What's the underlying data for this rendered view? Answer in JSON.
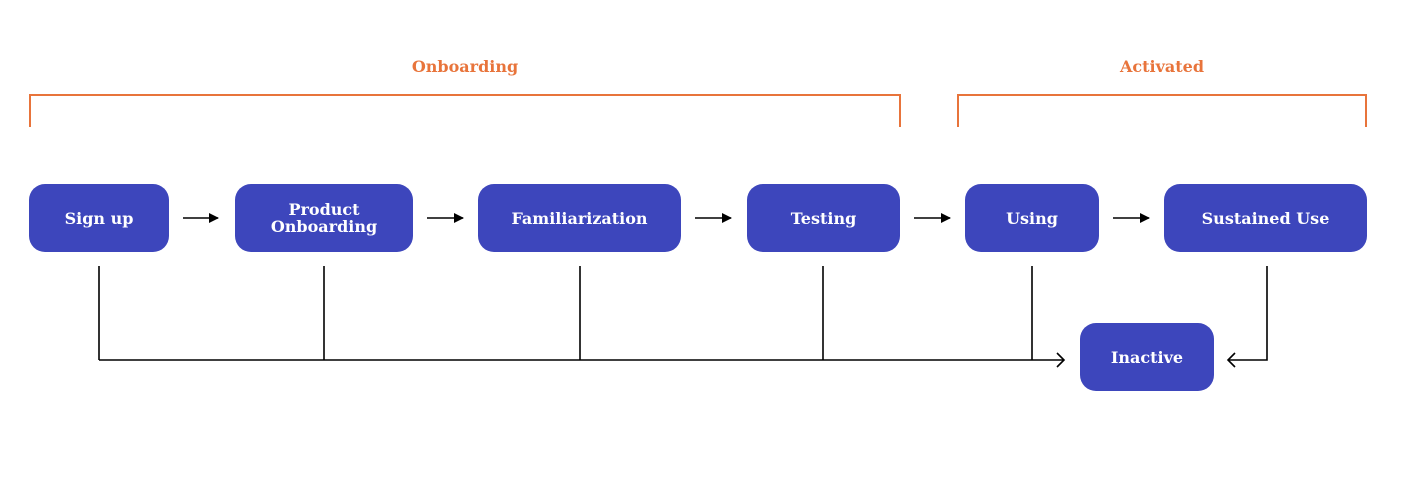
{
  "groups": {
    "onboarding": {
      "label": "Onboarding"
    },
    "activated": {
      "label": "Activated"
    }
  },
  "nodes": {
    "sign_up": "Sign up",
    "product_onboarding": "Product\nOnboarding",
    "familiarization": "Familiarization",
    "testing": "Testing",
    "using": "Using",
    "sustained_use": "Sustained Use",
    "inactive": "Inactive"
  },
  "colors": {
    "node_fill": "#3D46BC",
    "node_text": "#FFFFFF",
    "bracket": "#E8743B",
    "connector": "#000000"
  }
}
